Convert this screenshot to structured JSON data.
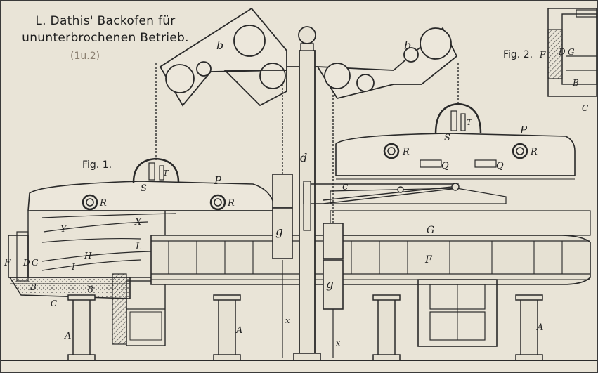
{
  "title": {
    "line1": "L. Dathis' Backofen für",
    "line2": "ununterbrochenen Betrieb.",
    "pencil_note": "(1u.2)"
  },
  "figures": {
    "fig1": "Fig. 1.",
    "fig2": "Fig. 2."
  },
  "labels": {
    "A": "A",
    "B": "B",
    "C": "C",
    "D": "D",
    "F": "F",
    "G": "G",
    "H": "H",
    "I": "I",
    "L": "L",
    "P": "P",
    "Q": "Q",
    "R": "R",
    "S": "S",
    "T": "T",
    "X": "X",
    "Y": "Y",
    "b": "b",
    "c": "c",
    "d": "d",
    "g": "g",
    "x": "x"
  },
  "colors": {
    "paper": "#e9e4d7",
    "ink": "#2a2a2a",
    "hatch": "#555555"
  }
}
